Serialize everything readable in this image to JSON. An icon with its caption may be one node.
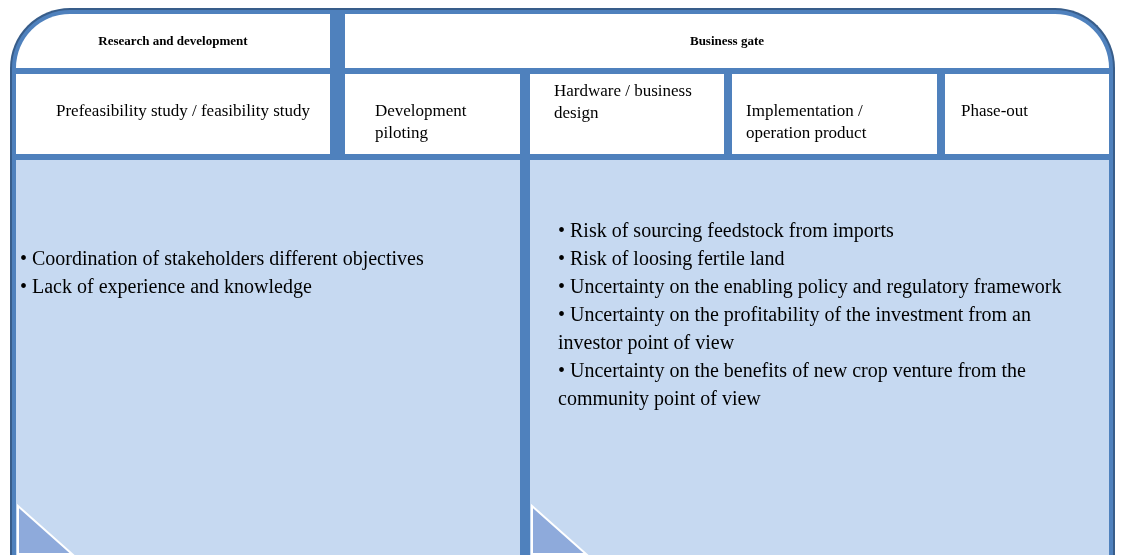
{
  "diagram": {
    "nodes": [
      {
        "text": [
          "Research and development"
        ]
      },
      {
        "text": [
          "Business gate"
        ]
      },
      {
        "text": [
          "Prefeasibility study / feasibility study"
        ]
      },
      {
        "text": [
          "Development piloting"
        ]
      },
      {
        "text": [
          "Hardware / business design"
        ]
      },
      {
        "text": [
          "Implementation / operation product"
        ]
      },
      {
        "text": [
          "Phase-out"
        ]
      },
      {
        "text": [
          "• Coordination of stakeholders different objectives",
          "• Lack of experience and knowledge"
        ]
      },
      {
        "text": [
          "• Risk of sourcing feedstock from imports",
          "• Risk of loosing fertile land",
          "• Uncertainty on the enabling policy and regulatory framework",
          "• Uncertainty on the profitability of the investment from an investor point of view",
          "• Uncertainty on the benefits of new crop venture from the community point of view"
        ]
      }
    ],
    "edges": []
  }
}
